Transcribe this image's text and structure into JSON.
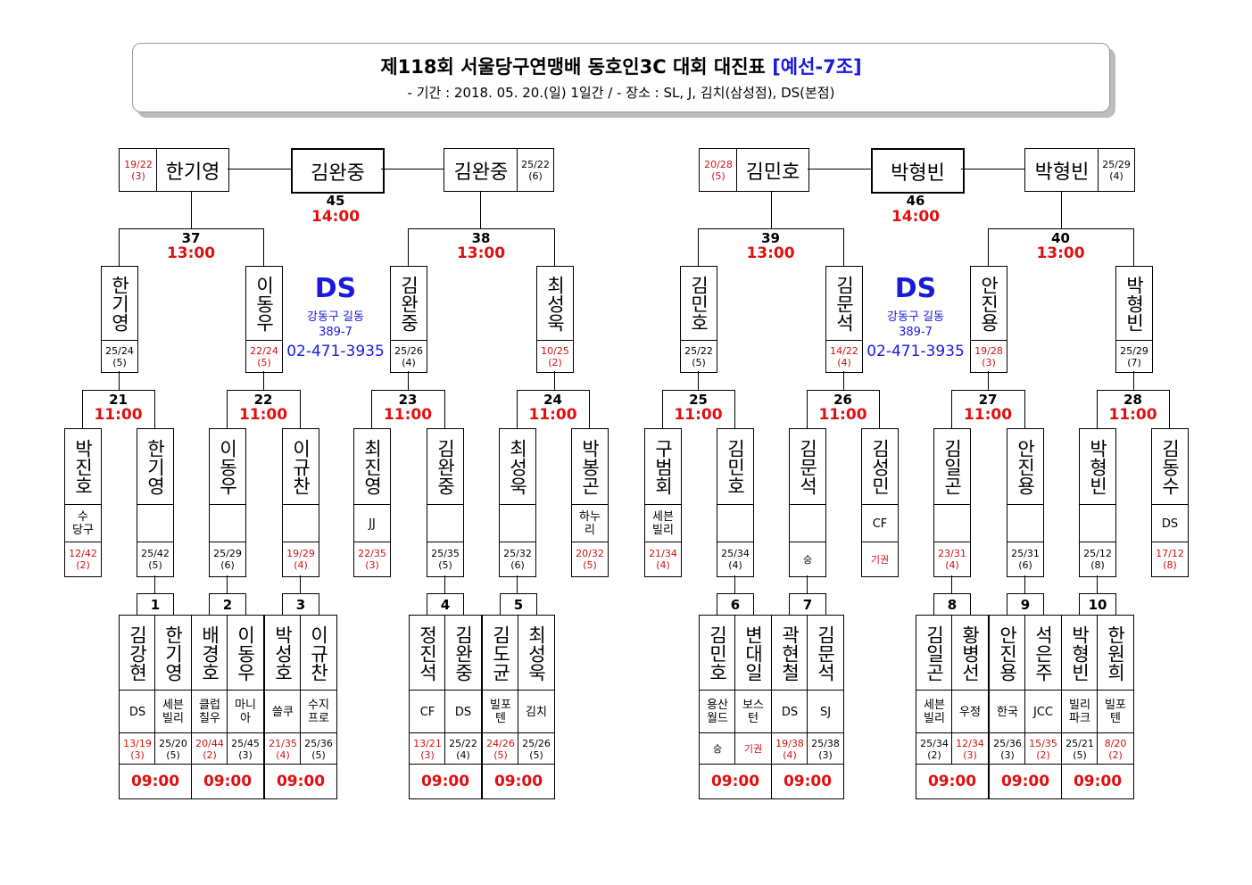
{
  "title": {
    "main": "제118회 서울당구연맹배 동호인3C 대회 대진표",
    "group": "[예선-7조]"
  },
  "period": "- 기간 : 2018. 05. 20.(일) 1일간 / - 장소 : SL, J, 김치(삼성점), DS(본점)",
  "venue": {
    "name": "DS",
    "addr1": "강동구 길동",
    "addr2": "389-7",
    "tel": "02-471-3935"
  },
  "finals": [
    {
      "num": "45",
      "time": "14:00",
      "winner": "김완중",
      "left": {
        "name": "한기영",
        "score": "19/22",
        "inn": "(3)",
        "red": true
      },
      "right": {
        "name": "김완중",
        "score": "25/22",
        "inn": "(6)",
        "red": false
      }
    },
    {
      "num": "46",
      "time": "14:00",
      "winner": "박형빈",
      "left": {
        "name": "김민호",
        "score": "20/28",
        "inn": "(5)",
        "red": true
      },
      "right": {
        "name": "박형빈",
        "score": "25/29",
        "inn": "(4)",
        "red": false
      }
    }
  ],
  "semis": [
    {
      "num": "37",
      "time": "13:00",
      "a": {
        "name": "한기영",
        "score": "25/24",
        "inn": "(5)",
        "red": false
      },
      "b": {
        "name": "이동우",
        "score": "22/24",
        "inn": "(5)",
        "red": true
      }
    },
    {
      "num": "38",
      "time": "13:00",
      "a": {
        "name": "김완중",
        "score": "25/26",
        "inn": "(4)",
        "red": false
      },
      "b": {
        "name": "최성욱",
        "score": "10/25",
        "inn": "(2)",
        "red": true
      }
    },
    {
      "num": "39",
      "time": "13:00",
      "a": {
        "name": "김민호",
        "score": "25/22",
        "inn": "(5)",
        "red": false
      },
      "b": {
        "name": "김문석",
        "score": "14/22",
        "inn": "(4)",
        "red": true
      }
    },
    {
      "num": "40",
      "time": "13:00",
      "a": {
        "name": "안진용",
        "score": "19/28",
        "inn": "(3)",
        "red": true
      },
      "b": {
        "name": "박형빈",
        "score": "25/29",
        "inn": "(7)",
        "red": false
      }
    }
  ],
  "round2": [
    {
      "num": "21",
      "time": "11:00",
      "a": {
        "name": "박진호",
        "club": "수\n당구",
        "score": "12/42",
        "inn": "(2)",
        "red": true
      },
      "b": {
        "name": "한기영",
        "club": "",
        "score": "25/42",
        "inn": "(5)",
        "red": false
      }
    },
    {
      "num": "22",
      "time": "11:00",
      "a": {
        "name": "이동우",
        "club": "",
        "score": "25/29",
        "inn": "(6)",
        "red": false
      },
      "b": {
        "name": "이규찬",
        "club": "",
        "score": "19/29",
        "inn": "(4)",
        "red": true
      }
    },
    {
      "num": "23",
      "time": "11:00",
      "a": {
        "name": "최진영",
        "club": "JJ",
        "score": "22/35",
        "inn": "(3)",
        "red": true
      },
      "b": {
        "name": "김완중",
        "club": "",
        "score": "25/35",
        "inn": "(5)",
        "red": false
      }
    },
    {
      "num": "24",
      "time": "11:00",
      "a": {
        "name": "최성욱",
        "club": "",
        "score": "25/32",
        "inn": "(6)",
        "red": false
      },
      "b": {
        "name": "박봉곤",
        "club": "하누\n리",
        "score": "20/32",
        "inn": "(5)",
        "red": true
      }
    },
    {
      "num": "25",
      "time": "11:00",
      "a": {
        "name": "구범회",
        "club": "세븐\n빌리",
        "score": "21/34",
        "inn": "(4)",
        "red": true
      },
      "b": {
        "name": "김민호",
        "club": "",
        "score": "25/34",
        "inn": "(4)",
        "red": false
      }
    },
    {
      "num": "26",
      "time": "11:00",
      "a": {
        "name": "김문석",
        "club": "",
        "score": "승",
        "inn": "",
        "red": false
      },
      "b": {
        "name": "김성민",
        "club": "CF",
        "score": "기권",
        "inn": "",
        "red": true
      }
    },
    {
      "num": "27",
      "time": "11:00",
      "a": {
        "name": "김일곤",
        "club": "",
        "score": "23/31",
        "inn": "(4)",
        "red": true
      },
      "b": {
        "name": "안진용",
        "club": "",
        "score": "25/31",
        "inn": "(6)",
        "red": false
      }
    },
    {
      "num": "28",
      "time": "11:00",
      "a": {
        "name": "박형빈",
        "club": "",
        "score": "25/12",
        "inn": "(8)",
        "red": false
      },
      "b": {
        "name": "김동수",
        "club": "DS",
        "score": "17/12",
        "inn": "(8)",
        "red": true
      }
    }
  ],
  "round1": [
    {
      "num": "1",
      "time": "09:00",
      "a": {
        "name": "김강현",
        "club": "DS",
        "score": "13/19",
        "inn": "(3)",
        "red": true
      },
      "b": {
        "name": "한기영",
        "club": "세븐\n빌리",
        "score": "25/20",
        "inn": "(5)",
        "red": false
      }
    },
    {
      "num": "2",
      "time": "09:00",
      "a": {
        "name": "배경호",
        "club": "클럽\n칠우",
        "score": "20/44",
        "inn": "(2)",
        "red": true
      },
      "b": {
        "name": "이동우",
        "club": "마니\n아",
        "score": "25/45",
        "inn": "(3)",
        "red": false
      }
    },
    {
      "num": "3",
      "time": "09:00",
      "a": {
        "name": "박성호",
        "club": "쓸쿠",
        "score": "21/35",
        "inn": "(4)",
        "red": true
      },
      "b": {
        "name": "이규찬",
        "club": "수지\n프로",
        "score": "25/36",
        "inn": "(5)",
        "red": false
      }
    },
    {
      "num": "4",
      "time": "09:00",
      "a": {
        "name": "정진석",
        "club": "CF",
        "score": "13/21",
        "inn": "(3)",
        "red": true
      },
      "b": {
        "name": "김완중",
        "club": "DS",
        "score": "25/22",
        "inn": "(4)",
        "red": false
      }
    },
    {
      "num": "5",
      "time": "09:00",
      "a": {
        "name": "김도균",
        "club": "빌포\n텐",
        "score": "24/26",
        "inn": "(5)",
        "red": true
      },
      "b": {
        "name": "최성욱",
        "club": "김치",
        "score": "25/26",
        "inn": "(5)",
        "red": false
      }
    },
    {
      "num": "6",
      "time": "09:00",
      "a": {
        "name": "김민호",
        "club": "용산\n월드",
        "score": "승",
        "inn": "",
        "red": false
      },
      "b": {
        "name": "변대일",
        "club": "보스\n턴",
        "score": "기권",
        "inn": "",
        "red": true
      }
    },
    {
      "num": "7",
      "time": "09:00",
      "a": {
        "name": "곽현철",
        "club": "DS",
        "score": "19/38",
        "inn": "(4)",
        "red": true
      },
      "b": {
        "name": "김문석",
        "club": "SJ",
        "score": "25/38",
        "inn": "(3)",
        "red": false
      }
    },
    {
      "num": "8",
      "time": "09:00",
      "a": {
        "name": "김일곤",
        "club": "세븐\n빌리",
        "score": "25/34",
        "inn": "(2)",
        "red": false
      },
      "b": {
        "name": "황병선",
        "club": "우정",
        "score": "12/34",
        "inn": "(3)",
        "red": true
      }
    },
    {
      "num": "9",
      "time": "09:00",
      "a": {
        "name": "안진용",
        "club": "한국",
        "score": "25/36",
        "inn": "(3)",
        "red": false
      },
      "b": {
        "name": "석은주",
        "club": "JCC",
        "score": "15/35",
        "inn": "(2)",
        "red": true
      }
    },
    {
      "num": "10",
      "time": "09:00",
      "a": {
        "name": "박형빈",
        "club": "빌리\n파크",
        "score": "25/21",
        "inn": "(5)",
        "red": false
      },
      "b": {
        "name": "한원희",
        "club": "빌포\n텐",
        "score": "8/20",
        "inn": "(2)",
        "red": true
      }
    }
  ],
  "colors": {
    "red": "#d01010",
    "blue": "#1a1adb",
    "border": "#000000"
  }
}
